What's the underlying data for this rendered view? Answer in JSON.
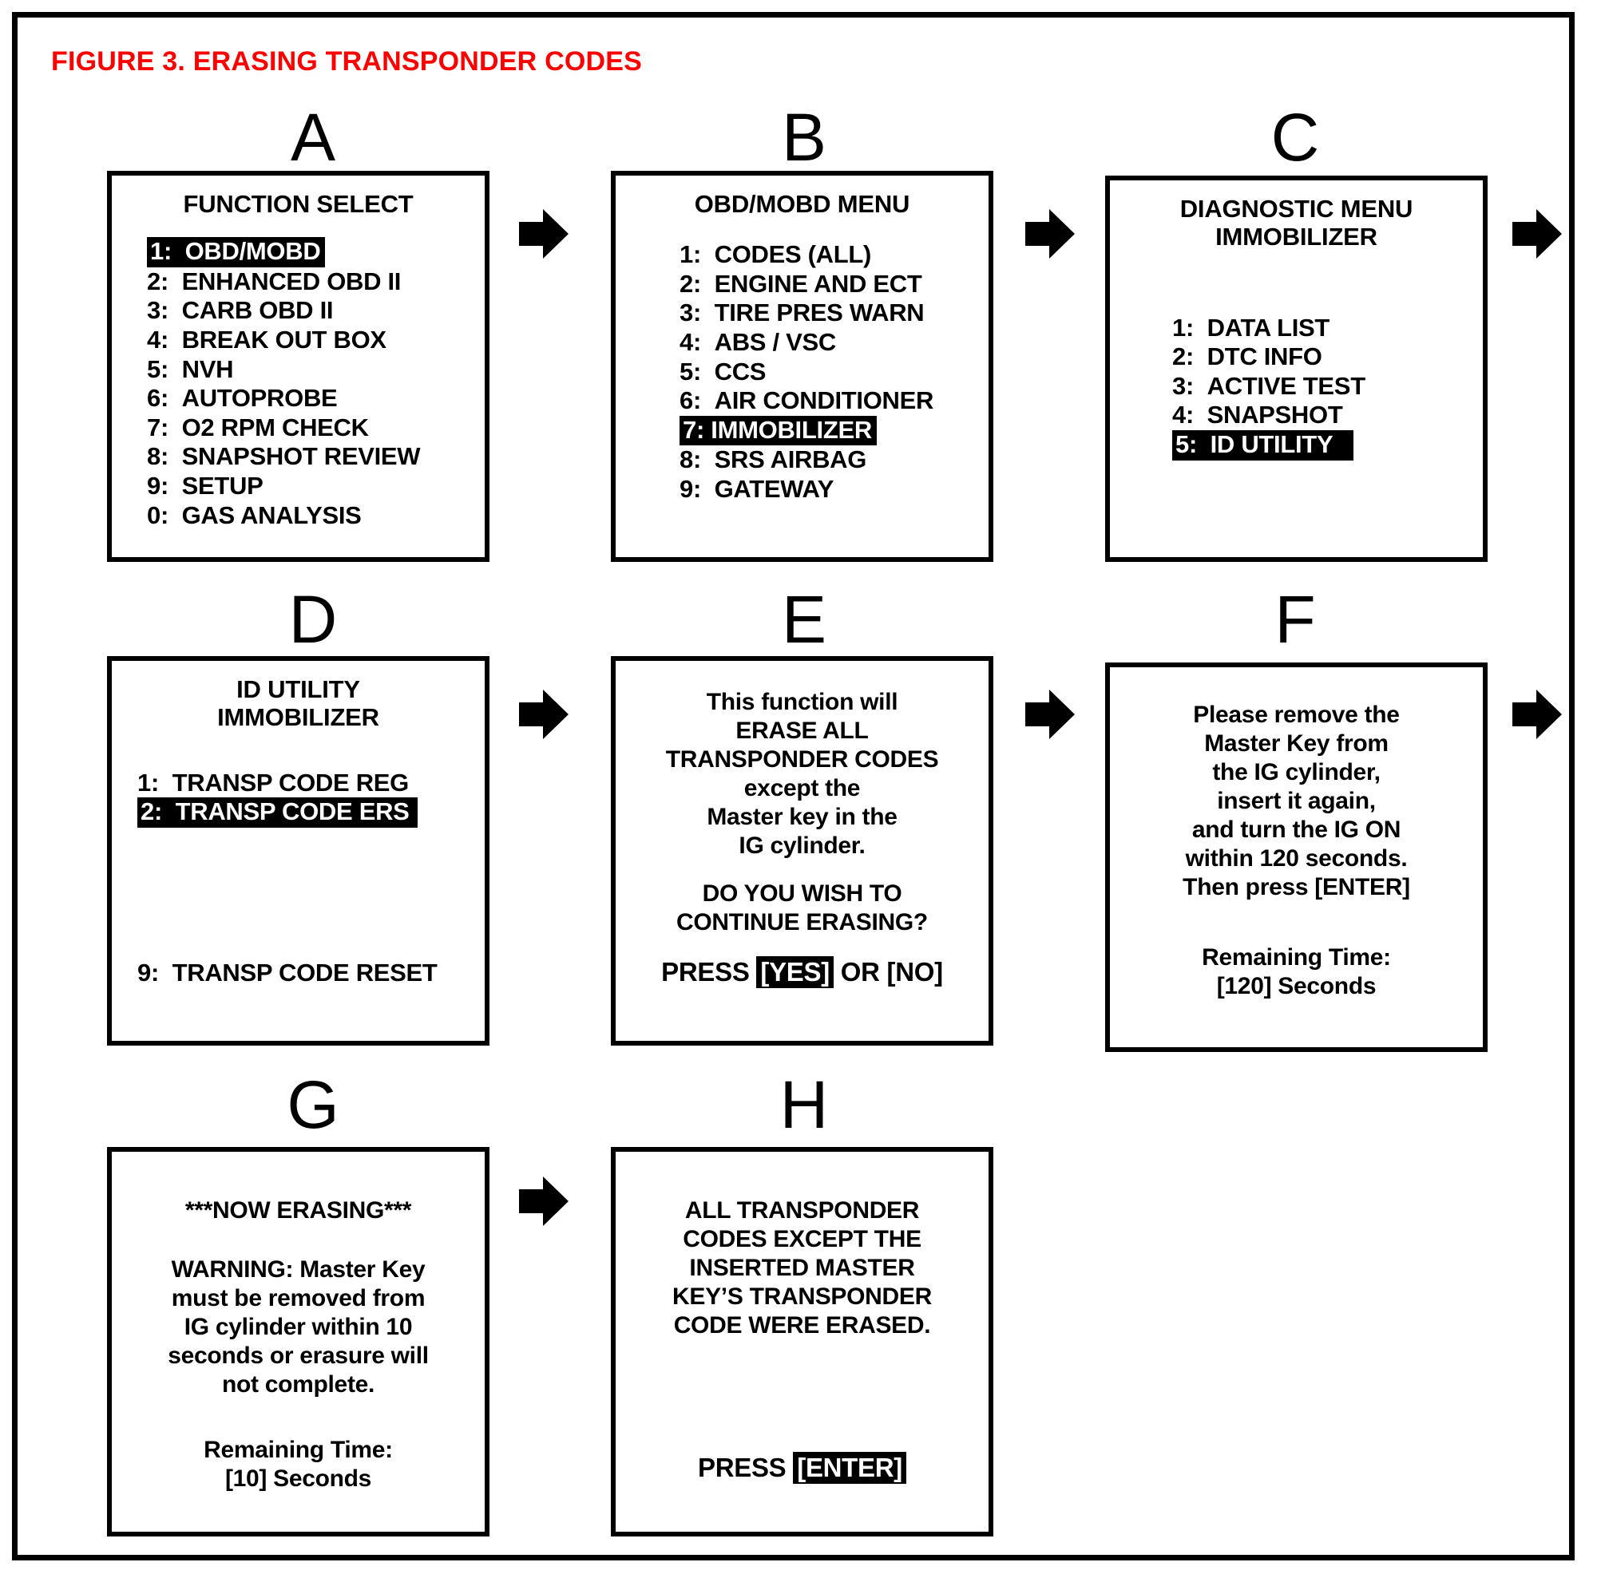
{
  "figure": {
    "title": "FIGURE 3.  ERASING TRANSPONDER CODES",
    "title_color": "#ff0000",
    "border_color": "#000000",
    "background": "#ffffff"
  },
  "arrow_icon_name": "right-block-arrow",
  "panels": [
    {
      "letter": "A",
      "header_lines": [
        "FUNCTION SELECT"
      ],
      "items": [
        {
          "num": "1:",
          "label": "OBD/MOBD",
          "highlighted": true
        },
        {
          "num": "2:",
          "label": "ENHANCED OBD II",
          "highlighted": false
        },
        {
          "num": "3:",
          "label": "CARB OBD II",
          "highlighted": false
        },
        {
          "num": "4:",
          "label": "BREAK OUT BOX",
          "highlighted": false
        },
        {
          "num": "5:",
          "label": "NVH",
          "highlighted": false
        },
        {
          "num": "6:",
          "label": "AUTOPROBE",
          "highlighted": false
        },
        {
          "num": "7:",
          "label": "O2 RPM CHECK",
          "highlighted": false
        },
        {
          "num": "8:",
          "label": "SNAPSHOT REVIEW",
          "highlighted": false
        },
        {
          "num": "9:",
          "label": "SETUP",
          "highlighted": false
        },
        {
          "num": "0:",
          "label": "GAS ANALYSIS",
          "highlighted": false
        }
      ]
    },
    {
      "letter": "B",
      "header_lines": [
        "OBD/MOBD MENU"
      ],
      "items": [
        {
          "num": "1:",
          "label": "CODES (ALL)",
          "highlighted": false
        },
        {
          "num": "2:",
          "label": "ENGINE AND ECT",
          "highlighted": false
        },
        {
          "num": "3:",
          "label": "TIRE PRES WARN",
          "highlighted": false
        },
        {
          "num": "4:",
          "label": "ABS / VSC",
          "highlighted": false
        },
        {
          "num": "5:",
          "label": "CCS",
          "highlighted": false
        },
        {
          "num": "6:",
          "label": "AIR CONDITIONER",
          "highlighted": false
        },
        {
          "num": "7:",
          "label": "IMMOBILIZER",
          "highlighted": true
        },
        {
          "num": "8:",
          "label": "SRS AIRBAG",
          "highlighted": false
        },
        {
          "num": "9:",
          "label": "GATEWAY",
          "highlighted": false
        }
      ]
    },
    {
      "letter": "C",
      "header_lines": [
        "DIAGNOSTIC MENU",
        "IMMOBILIZER"
      ],
      "items": [
        {
          "num": "1:",
          "label": "DATA LIST",
          "highlighted": false
        },
        {
          "num": "2:",
          "label": "DTC INFO",
          "highlighted": false
        },
        {
          "num": "3:",
          "label": "ACTIVE TEST",
          "highlighted": false
        },
        {
          "num": "4:",
          "label": "SNAPSHOT",
          "highlighted": false
        },
        {
          "num": "5:",
          "label": "ID UTILITY",
          "highlighted": true
        }
      ]
    },
    {
      "letter": "D",
      "header_lines": [
        "ID UTILITY",
        "IMMOBILIZER"
      ],
      "items": [
        {
          "num": "1:",
          "label": "TRANSP CODE REG",
          "highlighted": false
        },
        {
          "num": "2:",
          "label": "TRANSP CODE ERS",
          "highlighted": true
        }
      ],
      "footer_item": {
        "num": "9:",
        "label": "TRANSP CODE RESET",
        "highlighted": false
      }
    },
    {
      "letter": "E",
      "message_lines": [
        "This function will",
        "ERASE ALL",
        "TRANSPONDER CODES",
        "except the",
        "Master key in the",
        "IG cylinder."
      ],
      "message_lines2": [
        "DO YOU WISH TO",
        "CONTINUE ERASING?"
      ],
      "prompt": {
        "before": "PRESS ",
        "key": "[YES]",
        "after": " OR [NO]"
      }
    },
    {
      "letter": "F",
      "message_lines": [
        "Please remove the",
        "Master Key from",
        "the IG cylinder,",
        "insert it again,",
        "and turn the IG ON",
        "within 120 seconds.",
        "Then press [ENTER]"
      ],
      "timer_lines": [
        "Remaining Time:",
        "[120] Seconds"
      ]
    },
    {
      "letter": "G",
      "status_line": "***NOW ERASING***",
      "message_lines": [
        "WARNING: Master Key",
        "must be removed from",
        "IG cylinder within 10",
        "seconds or erasure will",
        "not complete."
      ],
      "timer_lines": [
        "Remaining Time:",
        "[10] Seconds"
      ]
    },
    {
      "letter": "H",
      "message_lines": [
        "ALL TRANSPONDER",
        "CODES EXCEPT THE",
        "INSERTED MASTER",
        "KEY’S TRANSPONDER",
        "CODE WERE ERASED."
      ],
      "prompt": {
        "before": "PRESS ",
        "key": "[ENTER]",
        "after": ""
      }
    }
  ]
}
